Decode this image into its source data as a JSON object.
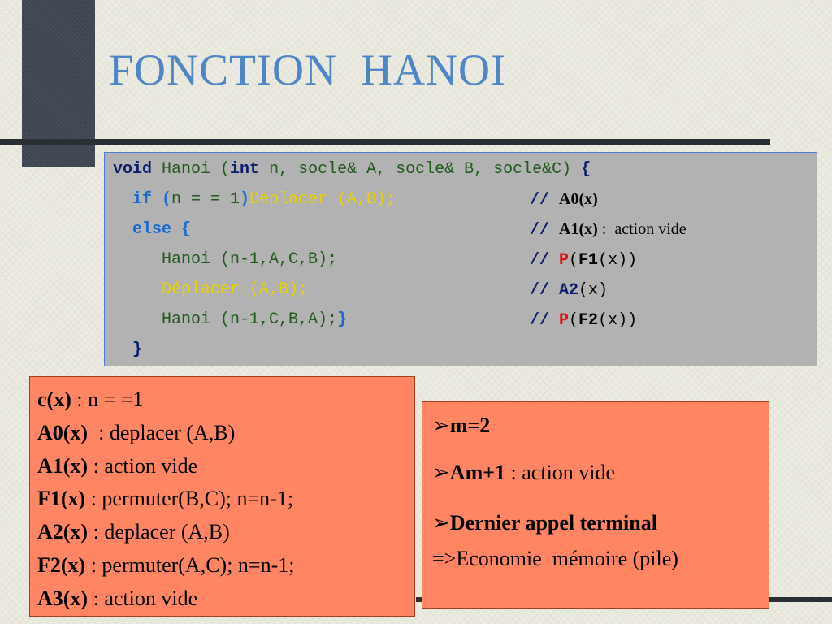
{
  "slide_title": "FONCTION  HANOI",
  "code": {
    "line1": {
      "kw_void": "void",
      "fn": "Hanoi (",
      "kw_int": "int",
      "params": " n, socle& A, socle& B, socle&C)",
      "brace": " {"
    },
    "line2": {
      "kw_if": "if (",
      "cond": "n = = 1",
      "close": ")",
      "call": "Déplacer (A,B);",
      "comment_slash": "// ",
      "comment_text": "A0(x)"
    },
    "line3": {
      "kw_else": "else {",
      "comment_slash": "// ",
      "comment_label": "A1(x)",
      "comment_text": " :  action vide"
    },
    "line4": {
      "call": "Hanoi (n-1,A,C,B);",
      "comment_slash": "// ",
      "p": "P",
      "open": "(",
      "f": "F1",
      "rest": "(x))"
    },
    "line5": {
      "call": "Déplacer (A,B);",
      "comment_slash": "// ",
      "a": "A2",
      "rest": "(x)"
    },
    "line6": {
      "call": "Hanoi (n-1,C,B,A);",
      "brace": "}",
      "comment_slash": "// ",
      "p": "P",
      "open": "(",
      "f": "F2",
      "rest": "(x))"
    },
    "line7": {
      "brace": "}"
    }
  },
  "definitions": [
    {
      "label": "c(x)",
      "text": " : n = =1"
    },
    {
      "label": "A0(x)",
      "text": "  : deplacer (A,B)"
    },
    {
      "label": "A1(x)",
      "text": " : action vide"
    },
    {
      "label": "F1(x)",
      "text": " : permuter(B,C); n=n-1;"
    },
    {
      "label": "A2(x)",
      "text": " : deplacer (A,B)"
    },
    {
      "label": "F2(x)",
      "text": " : permuter(A,C); n=n-1;"
    },
    {
      "label": "A3(x)",
      "text": " : action vide"
    }
  ],
  "notes": {
    "bullet": "➢",
    "m": "m=2",
    "am1_label": "Am+1",
    "am1_text": " : action vide",
    "terminal": "Dernier appel terminal",
    "economy": "=>Economie  mémoire (pile)"
  },
  "colors": {
    "title": "#4f86c6",
    "code_box": "#b2b2b2",
    "keyword": "#0b1e6e",
    "code_green": "#1f5a1a",
    "code_yellow": "#e8d200",
    "code_blue": "#1a6ccc",
    "code_red": "#e01010",
    "note_box": "#ff8563"
  }
}
